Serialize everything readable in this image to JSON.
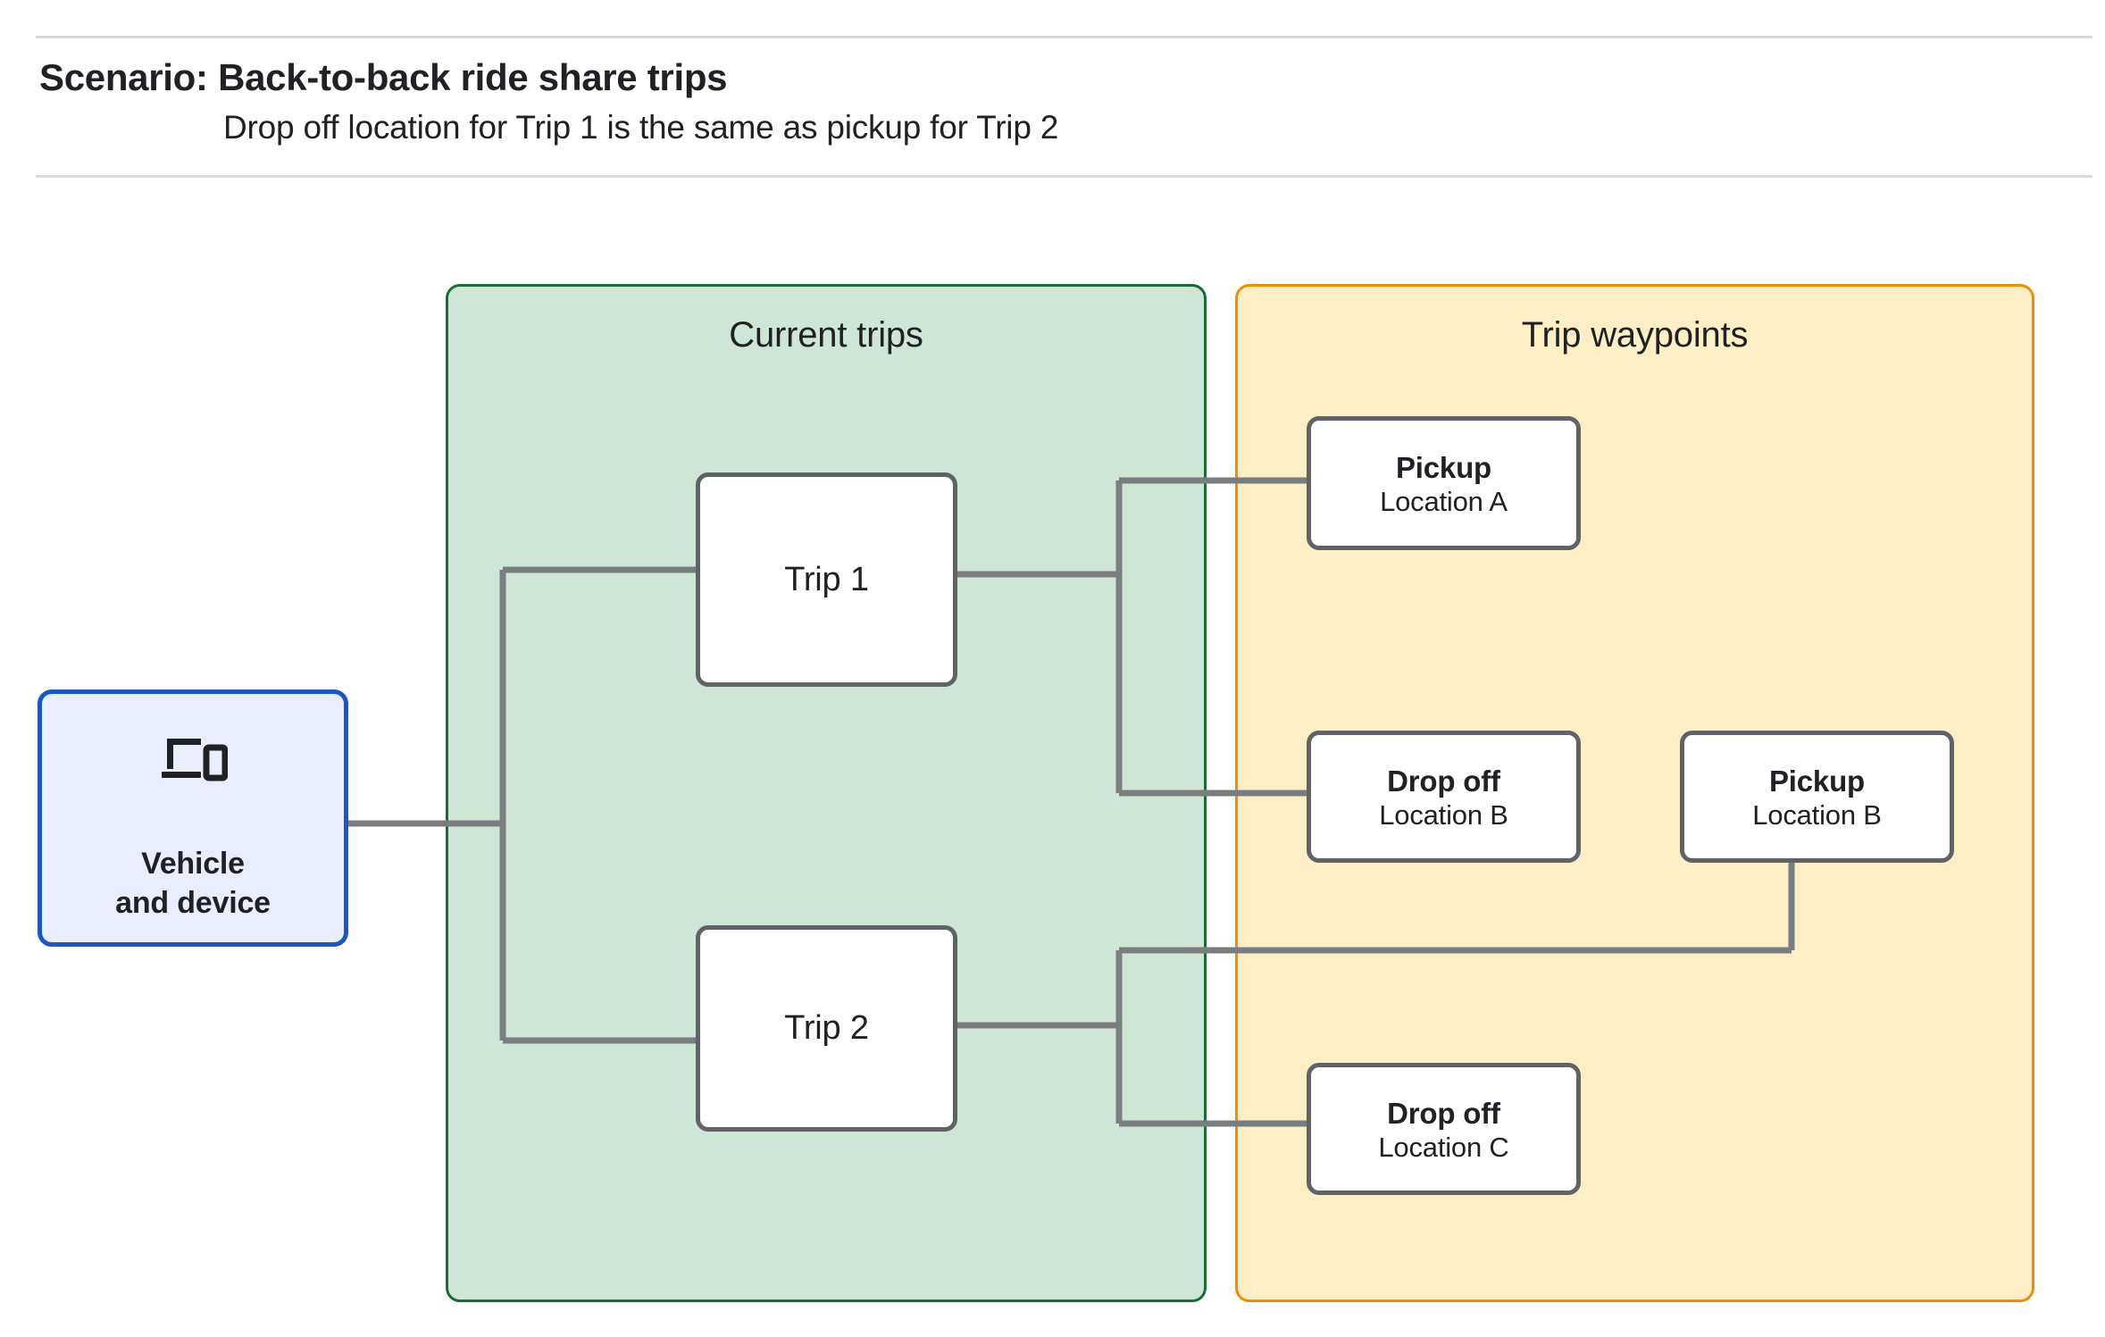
{
  "header": {
    "title": "Scenario: Back-to-back ride share trips",
    "subtitle": "Drop off  location for Trip 1 is the same as pickup for Trip 2"
  },
  "panels": {
    "current_trips": {
      "title": "Current trips",
      "fill_color": "#cfe6d6",
      "border_color": "#1b6b38"
    },
    "trip_waypoints": {
      "title": "Trip waypoints",
      "fill_color": "#fcefc6",
      "border_color": "#f08d02"
    }
  },
  "vehicle_device": {
    "label": "Vehicle\nand device",
    "icon": "laptop-and-phone-icon",
    "fill_color": "#e8eefc",
    "border_color": "#1a56c4"
  },
  "trips": [
    {
      "label": "Trip 1"
    },
    {
      "label": "Trip 2"
    }
  ],
  "waypoints": [
    {
      "kind": "Pickup",
      "location": "Location A"
    },
    {
      "kind": "Drop off",
      "location": "Location B"
    },
    {
      "kind": "Pickup",
      "location": "Location B"
    },
    {
      "kind": "Drop off",
      "location": "Location C"
    }
  ],
  "connector_color": "#7a7d80"
}
